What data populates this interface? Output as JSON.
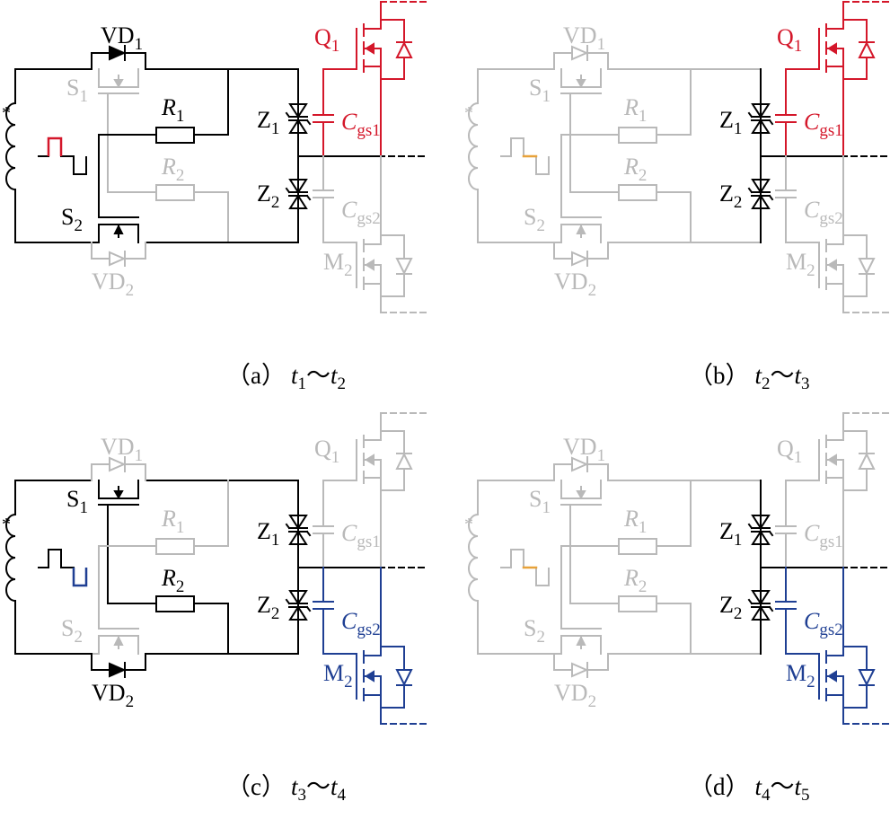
{
  "colors": {
    "active": "#000000",
    "inactive": "#b9b9b9",
    "red": "#d4172a",
    "blue": "#1f3f93",
    "orange": "#e8a23a"
  },
  "panels": [
    {
      "id": "a",
      "caption": {
        "open": "（a）",
        "t_start": "t",
        "sub_start": "1",
        "sep": "～",
        "t_end": "t",
        "sub_end": "2"
      },
      "upper_color": "red",
      "lower_color": "inactive",
      "pulse": "pos",
      "pulse_color": "red",
      "top_path": "active",
      "bottom_path": "active",
      "r1_path": "active",
      "r2_path": "inactive",
      "vd1_state": "active",
      "s1_state": "inactive",
      "s2_state": "active",
      "vd2_state": "inactive",
      "left_part": "active",
      "zener_part": "active"
    },
    {
      "id": "b",
      "caption": {
        "open": "（b）",
        "t_start": "t",
        "sub_start": "2",
        "sep": "～",
        "t_end": "t",
        "sub_end": "3"
      },
      "upper_color": "red",
      "lower_color": "inactive",
      "pulse": "zero",
      "pulse_color": "orange",
      "top_path": "inactive",
      "bottom_path": "inactive",
      "r1_path": "inactive",
      "r2_path": "inactive",
      "vd1_state": "inactive",
      "s1_state": "inactive",
      "s2_state": "inactive",
      "vd2_state": "inactive",
      "left_part": "inactive",
      "zener_part": "active"
    },
    {
      "id": "c",
      "caption": {
        "open": "（c）",
        "t_start": "t",
        "sub_start": "3",
        "sep": "～",
        "t_end": "t",
        "sub_end": "4"
      },
      "upper_color": "inactive",
      "lower_color": "blue",
      "pulse": "neg",
      "pulse_color": "blue",
      "top_path": "active",
      "bottom_path": "active",
      "r1_path": "inactive",
      "r2_path": "active",
      "vd1_state": "inactive",
      "s1_state": "active",
      "s2_state": "inactive",
      "vd2_state": "active",
      "left_part": "active",
      "zener_part": "active"
    },
    {
      "id": "d",
      "caption": {
        "open": "（d）",
        "t_start": "t",
        "sub_start": "4",
        "sep": "～",
        "t_end": "t",
        "sub_end": "5"
      },
      "upper_color": "inactive",
      "lower_color": "blue",
      "pulse": "zero",
      "pulse_color": "orange",
      "top_path": "inactive",
      "bottom_path": "inactive",
      "r1_path": "inactive",
      "r2_path": "inactive",
      "vd1_state": "inactive",
      "s1_state": "inactive",
      "s2_state": "inactive",
      "vd2_state": "inactive",
      "left_part": "inactive",
      "zener_part": "active"
    }
  ],
  "labels": {
    "vd1": {
      "main": "VD",
      "sub": "1"
    },
    "vd2": {
      "main": "VD",
      "sub": "2"
    },
    "s1": {
      "main": "S",
      "sub": "1"
    },
    "s2": {
      "main": "S",
      "sub": "2"
    },
    "r1": {
      "main": "R",
      "sub": "1"
    },
    "r2": {
      "main": "R",
      "sub": "2"
    },
    "z1": {
      "main": "Z",
      "sub": "1"
    },
    "z2": {
      "main": "Z",
      "sub": "2"
    },
    "cgs1": {
      "main": "C",
      "sub": "gs1"
    },
    "cgs2": {
      "main": "C",
      "sub": "gs2"
    },
    "q1": {
      "main": "Q",
      "sub": "1"
    },
    "m2": {
      "main": "M",
      "sub": "2"
    },
    "dot": "*"
  }
}
